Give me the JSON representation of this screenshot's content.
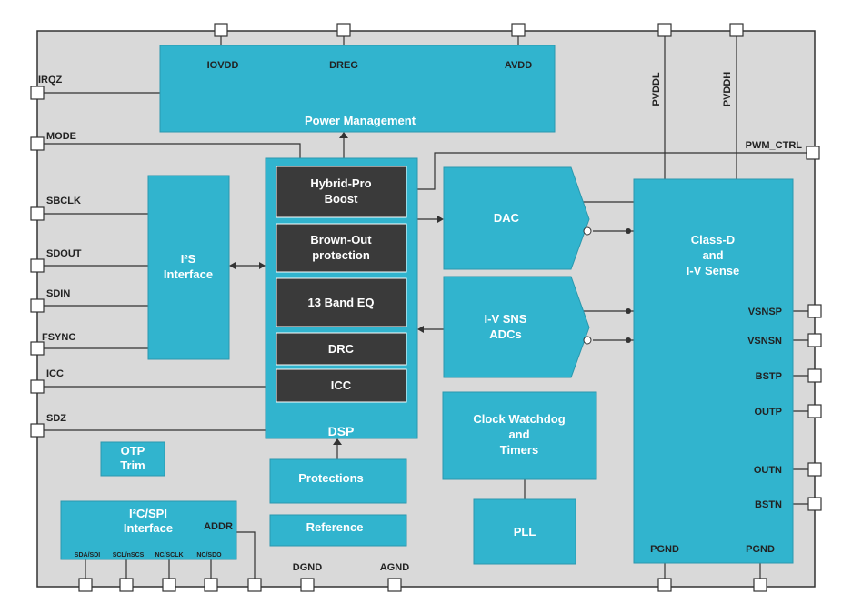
{
  "colors": {
    "chip_background": "#D9D9D9",
    "block": "#31B4CE",
    "dsp_sub_block": "#3A3A3A",
    "pin": "#FFFFFF"
  },
  "top_pins": {
    "iovdd": "IOVDD",
    "dreg": "DREG",
    "avdd": "AVDD",
    "pvddl": "PVDDL",
    "pvddh": "PVDDH"
  },
  "left_pins": {
    "irqz": "IRQZ",
    "mode": "MODE",
    "sbclk": "SBCLK",
    "sdout": "SDOUT",
    "sdin": "SDIN",
    "fsync": "FSYNC",
    "icc": "ICC",
    "sdz": "SDZ"
  },
  "right_pins": {
    "pwm_ctrl": "PWM_CTRL",
    "vsnsp": "VSNSP",
    "vsnsn": "VSNSN",
    "bstp": "BSTP",
    "outp": "OUTP",
    "outn": "OUTN",
    "bstn": "BSTN"
  },
  "bottom_pins": {
    "dgnd": "DGND",
    "agnd": "AGND",
    "pgnd_left": "PGND",
    "pgnd_right": "PGND"
  },
  "blocks": {
    "power_management": "Power Management",
    "i2s_line1": "I²S",
    "i2s_line2": "Interface",
    "dsp": "DSP",
    "dsp_hybrid_1": "Hybrid-Pro",
    "dsp_hybrid_2": "Boost",
    "dsp_brownout_1": "Brown-Out",
    "dsp_brownout_2": "protection",
    "dsp_eq": "13 Band EQ",
    "dsp_drc": "DRC",
    "dsp_icc": "ICC",
    "dac": "DAC",
    "ivsns_1": "I-V SNS",
    "ivsns_2": "ADCs",
    "classd_1": "Class-D",
    "classd_2": "and",
    "classd_3": "I-V Sense",
    "clock_1": "Clock Watchdog",
    "clock_2": "and",
    "clock_3": "Timers",
    "pll": "PLL",
    "protections": "Protections",
    "reference": "Reference",
    "otp_1": "OTP",
    "otp_2": "Trim",
    "i2c_1": "I²C/SPI",
    "i2c_2": "Interface",
    "addr": "ADDR",
    "i2c_pin_sda": "SDA/SDI",
    "i2c_pin_scl": "SCL/nSCS",
    "i2c_pin_nc_sclk": "NC/SCLK",
    "i2c_pin_nc_sdo": "NC/SDO"
  }
}
